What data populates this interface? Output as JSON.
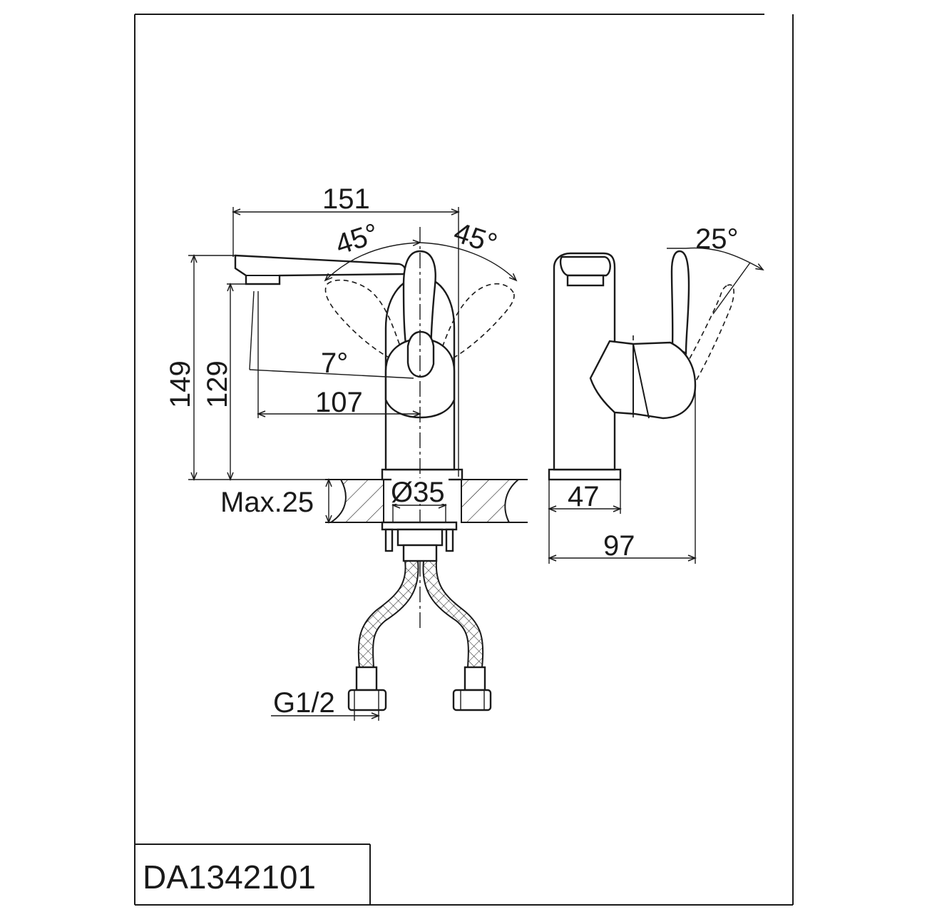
{
  "model_code": "DA1342101",
  "dimensions": {
    "overall_width": "151",
    "handle_angle_left": "45°",
    "handle_angle_right": "45°",
    "spout_tilt": "7°",
    "spout_reach": "107",
    "total_height": "149",
    "spout_height": "129",
    "mount_thickness": "Max.25",
    "hole_diameter": "Ø35",
    "side_base_width": "47",
    "side_total_depth": "97",
    "handle_tilt": "25°",
    "hose_thread": "G1/2"
  }
}
